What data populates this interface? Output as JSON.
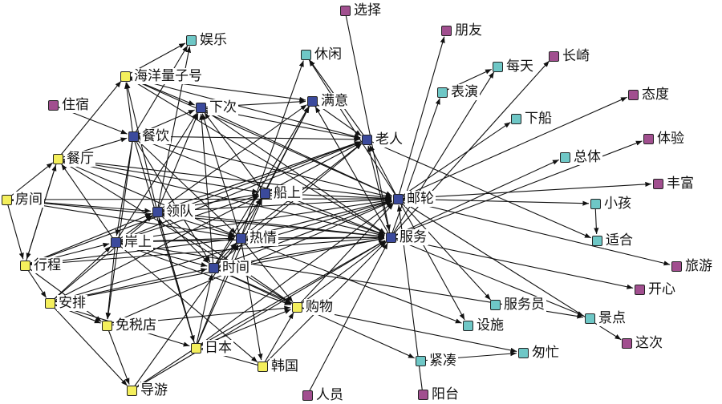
{
  "colors": {
    "core": "#3b4a9c",
    "attribute": "#f4ef5c",
    "emotion": "#a14f8f",
    "experience": "#6ec7c6",
    "edge": "#111111"
  },
  "nodes": [
    {
      "id": "xuanze",
      "label": "选择",
      "group": "emotion"
    },
    {
      "id": "pengyou",
      "label": "朋友",
      "group": "emotion"
    },
    {
      "id": "changqi",
      "label": "长崎",
      "group": "emotion"
    },
    {
      "id": "zhusu",
      "label": "住宿",
      "group": "emotion"
    },
    {
      "id": "taidu",
      "label": "态度",
      "group": "emotion"
    },
    {
      "id": "tiyan",
      "label": "体验",
      "group": "emotion"
    },
    {
      "id": "fengfu",
      "label": "丰富",
      "group": "emotion"
    },
    {
      "id": "lvyou",
      "label": "旅游",
      "group": "emotion"
    },
    {
      "id": "kaixin",
      "label": "开心",
      "group": "emotion"
    },
    {
      "id": "zheci",
      "label": "这次",
      "group": "emotion"
    },
    {
      "id": "renyuan",
      "label": "人员",
      "group": "emotion"
    },
    {
      "id": "yangtai",
      "label": "阳台",
      "group": "emotion"
    },
    {
      "id": "yule",
      "label": "娱乐",
      "group": "experience"
    },
    {
      "id": "xiuxian",
      "label": "休闲",
      "group": "experience"
    },
    {
      "id": "meitian",
      "label": "每天",
      "group": "experience"
    },
    {
      "id": "biaoyan",
      "label": "表演",
      "group": "experience"
    },
    {
      "id": "xiachuan",
      "label": "下船",
      "group": "experience"
    },
    {
      "id": "zongti",
      "label": "总体",
      "group": "experience"
    },
    {
      "id": "xiaohai",
      "label": "小孩",
      "group": "experience"
    },
    {
      "id": "shihe",
      "label": "适合",
      "group": "experience"
    },
    {
      "id": "fuwuyuan",
      "label": "服务员",
      "group": "experience"
    },
    {
      "id": "jingdian",
      "label": "景点",
      "group": "experience"
    },
    {
      "id": "sheshi",
      "label": "设施",
      "group": "experience"
    },
    {
      "id": "jincou",
      "label": "紧凑",
      "group": "experience"
    },
    {
      "id": "congmang",
      "label": "匆忙",
      "group": "experience"
    },
    {
      "id": "xiaci",
      "label": "下次",
      "group": "core"
    },
    {
      "id": "manyi",
      "label": "满意",
      "group": "core"
    },
    {
      "id": "laoren",
      "label": "老人",
      "group": "core"
    },
    {
      "id": "canyin",
      "label": "餐饮",
      "group": "core"
    },
    {
      "id": "youlun",
      "label": "邮轮",
      "group": "core"
    },
    {
      "id": "chuanshang",
      "label": "船上",
      "group": "core"
    },
    {
      "id": "lingdui",
      "label": "领队",
      "group": "core"
    },
    {
      "id": "anshang",
      "label": "岸上",
      "group": "core"
    },
    {
      "id": "reqing",
      "label": "热情",
      "group": "core"
    },
    {
      "id": "fuwu",
      "label": "服务",
      "group": "core"
    },
    {
      "id": "shijian",
      "label": "时间",
      "group": "core"
    },
    {
      "id": "haiyang",
      "label": "海洋量子号",
      "group": "attribute"
    },
    {
      "id": "canting",
      "label": "餐厅",
      "group": "attribute"
    },
    {
      "id": "fangjian",
      "label": "房间",
      "group": "attribute"
    },
    {
      "id": "xingcheng",
      "label": "行程",
      "group": "attribute"
    },
    {
      "id": "anpai",
      "label": "安排",
      "group": "attribute"
    },
    {
      "id": "mianshuidian",
      "label": "免税店",
      "group": "attribute"
    },
    {
      "id": "gouwu",
      "label": "购物",
      "group": "attribute"
    },
    {
      "id": "riben",
      "label": "日本",
      "group": "attribute"
    },
    {
      "id": "hanguo",
      "label": "韩国",
      "group": "attribute"
    },
    {
      "id": "daoyou",
      "label": "导游",
      "group": "attribute"
    }
  ],
  "edges": [
    [
      "xuanze",
      "fuwu"
    ],
    [
      "youlun",
      "pengyou"
    ],
    [
      "fuwu",
      "changqi"
    ],
    [
      "zhusu",
      "canyin"
    ],
    [
      "youlun",
      "taidu"
    ],
    [
      "fuwu",
      "tiyan"
    ],
    [
      "youlun",
      "fengfu"
    ],
    [
      "youlun",
      "lvyou"
    ],
    [
      "fuwu",
      "kaixin"
    ],
    [
      "youlun",
      "zheci"
    ],
    [
      "renyuan",
      "fuwu"
    ],
    [
      "yangtai",
      "youlun"
    ],
    [
      "haiyang",
      "yule"
    ],
    [
      "canyin",
      "yule"
    ],
    [
      "lingdui",
      "yule"
    ],
    [
      "reqing",
      "xiuxian"
    ],
    [
      "laoren",
      "xiuxian"
    ],
    [
      "biaoyan",
      "meitian"
    ],
    [
      "fuwu",
      "biaoyan"
    ],
    [
      "youlun",
      "xiachuan"
    ],
    [
      "fuwu",
      "zongti"
    ],
    [
      "youlun",
      "xiaohai"
    ],
    [
      "xiaohai",
      "shihe"
    ],
    [
      "laoren",
      "shihe"
    ],
    [
      "youlun",
      "fuwuyuan"
    ],
    [
      "fuwu",
      "jingdian"
    ],
    [
      "reqing",
      "sheshi"
    ],
    [
      "youlun",
      "sheshi"
    ],
    [
      "jincou",
      "congmang"
    ],
    [
      "gouwu",
      "congmang"
    ],
    [
      "shijian",
      "jincou"
    ],
    [
      "anshang",
      "jingdian"
    ],
    [
      "haiyang",
      "xiaci"
    ],
    [
      "haiyang",
      "manyi"
    ],
    [
      "haiyang",
      "laoren"
    ],
    [
      "haiyang",
      "youlun"
    ],
    [
      "haiyang",
      "fuwu"
    ],
    [
      "canyin",
      "haiyang"
    ],
    [
      "canting",
      "haiyang"
    ],
    [
      "lingdui",
      "haiyang"
    ],
    [
      "canting",
      "canyin"
    ],
    [
      "fangjian",
      "canting"
    ],
    [
      "xingcheng",
      "canting"
    ],
    [
      "anshang",
      "canting"
    ],
    [
      "canting",
      "youlun"
    ],
    [
      "canting",
      "fuwu"
    ],
    [
      "canting",
      "reqing"
    ],
    [
      "canting",
      "chuanshang"
    ],
    [
      "fangjian",
      "lingdui"
    ],
    [
      "fangjian",
      "youlun"
    ],
    [
      "fangjian",
      "fuwu"
    ],
    [
      "fangjian",
      "reqing"
    ],
    [
      "fangjian",
      "xingcheng"
    ],
    [
      "canyin",
      "laoren"
    ],
    [
      "canyin",
      "youlun"
    ],
    [
      "canyin",
      "fuwu"
    ],
    [
      "canyin",
      "reqing"
    ],
    [
      "canyin",
      "shijian"
    ],
    [
      "canyin",
      "xiaci"
    ],
    [
      "xiaci",
      "laoren"
    ],
    [
      "xiaci",
      "manyi"
    ],
    [
      "xiaci",
      "youlun"
    ],
    [
      "xiaci",
      "fuwu"
    ],
    [
      "chuanshang",
      "xiaci"
    ],
    [
      "reqing",
      "xiaci"
    ],
    [
      "shijian",
      "xiaci"
    ],
    [
      "anshang",
      "xiaci"
    ],
    [
      "lingdui",
      "xiaci"
    ],
    [
      "manyi",
      "laoren"
    ],
    [
      "reqing",
      "manyi"
    ],
    [
      "chuanshang",
      "manyi"
    ],
    [
      "lingdui",
      "manyi"
    ],
    [
      "shijian",
      "manyi"
    ],
    [
      "fuwu",
      "manyi"
    ],
    [
      "chuanshang",
      "laoren"
    ],
    [
      "reqing",
      "laoren"
    ],
    [
      "lingdui",
      "laoren"
    ],
    [
      "anshang",
      "laoren"
    ],
    [
      "shijian",
      "laoren"
    ],
    [
      "youlun",
      "laoren"
    ],
    [
      "fuwu",
      "laoren"
    ],
    [
      "xingcheng",
      "laoren"
    ],
    [
      "chuanshang",
      "youlun"
    ],
    [
      "reqing",
      "youlun"
    ],
    [
      "lingdui",
      "youlun"
    ],
    [
      "anshang",
      "youlun"
    ],
    [
      "shijian",
      "youlun"
    ],
    [
      "anpai",
      "youlun"
    ],
    [
      "gouwu",
      "youlun"
    ],
    [
      "riben",
      "youlun"
    ],
    [
      "mianshuidian",
      "youlun"
    ],
    [
      "chuanshang",
      "fuwu"
    ],
    [
      "reqing",
      "fuwu"
    ],
    [
      "lingdui",
      "fuwu"
    ],
    [
      "anshang",
      "fuwu"
    ],
    [
      "shijian",
      "fuwu"
    ],
    [
      "anpai",
      "fuwu"
    ],
    [
      "gouwu",
      "fuwu"
    ],
    [
      "riben",
      "fuwu"
    ],
    [
      "hanguo",
      "fuwu"
    ],
    [
      "xingcheng",
      "fuwu"
    ],
    [
      "daoyou",
      "fuwu"
    ],
    [
      "lingdui",
      "chuanshang"
    ],
    [
      "anshang",
      "chuanshang"
    ],
    [
      "shijian",
      "chuanshang"
    ],
    [
      "riben",
      "chuanshang"
    ],
    [
      "anpai",
      "chuanshang"
    ],
    [
      "lingdui",
      "reqing"
    ],
    [
      "anshang",
      "reqing"
    ],
    [
      "shijian",
      "reqing"
    ],
    [
      "daoyou",
      "reqing"
    ],
    [
      "xingcheng",
      "reqing"
    ],
    [
      "riben",
      "reqing"
    ],
    [
      "anshang",
      "lingdui"
    ],
    [
      "xingcheng",
      "lingdui"
    ],
    [
      "anpai",
      "lingdui"
    ],
    [
      "riben",
      "lingdui"
    ],
    [
      "anshang",
      "shijian"
    ],
    [
      "lingdui",
      "shijian"
    ],
    [
      "anpai",
      "shijian"
    ],
    [
      "riben",
      "shijian"
    ],
    [
      "anshang",
      "gouwu"
    ],
    [
      "reqing",
      "gouwu"
    ],
    [
      "shijian",
      "gouwu"
    ],
    [
      "lingdui",
      "gouwu"
    ],
    [
      "riben",
      "gouwu"
    ],
    [
      "hanguo",
      "gouwu"
    ],
    [
      "mianshuidian",
      "gouwu"
    ],
    [
      "canting",
      "gouwu"
    ],
    [
      "anpai",
      "mianshuidian"
    ],
    [
      "anshang",
      "mianshuidian"
    ],
    [
      "canyin",
      "mianshuidian"
    ],
    [
      "xingcheng",
      "mianshuidian"
    ],
    [
      "mianshuidian",
      "daoyou"
    ],
    [
      "riben",
      "daoyou"
    ],
    [
      "anpai",
      "daoyou"
    ],
    [
      "hanguo",
      "riben"
    ],
    [
      "anpai",
      "riben"
    ],
    [
      "lingdui",
      "riben"
    ],
    [
      "canyin",
      "riben"
    ],
    [
      "xingcheng",
      "anpai"
    ],
    [
      "canting",
      "xingcheng"
    ],
    [
      "anshang",
      "hanguo"
    ],
    [
      "reqing",
      "hanguo"
    ],
    [
      "anpai",
      "anshang"
    ],
    [
      "xingcheng",
      "anshang"
    ],
    [
      "canyin",
      "anshang"
    ],
    [
      "youlun",
      "xiuxian"
    ],
    [
      "fuwu",
      "meitian"
    ]
  ]
}
